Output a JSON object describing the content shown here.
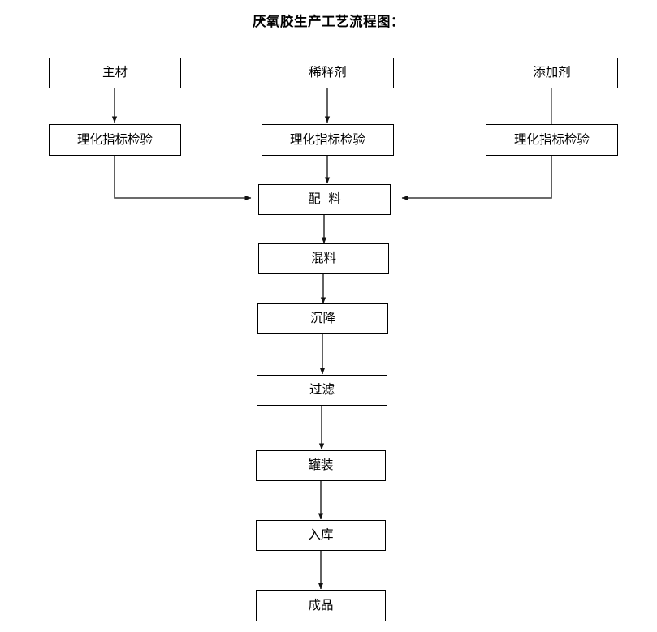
{
  "title": "厌氧胶生产工艺流程图：",
  "nodes": {
    "main_material": "主材",
    "diluent": "稀释剂",
    "additive": "添加剂",
    "inspect_left": "理化指标检验",
    "inspect_mid": "理化指标检验",
    "inspect_right": "理化指标检验",
    "batching": "配  料",
    "mixing": "混料",
    "settling": "沉降",
    "filtering": "过滤",
    "canning": "罐装",
    "warehousing": "入库",
    "finished": "成品"
  },
  "colors": {
    "box_border": "#000000",
    "arrow": "#3a3a3a",
    "background": "#ffffff",
    "text": "#000000"
  },
  "edges": [
    {
      "from": "main_material",
      "to": "inspect_left",
      "arrow": true
    },
    {
      "from": "diluent",
      "to": "inspect_mid",
      "arrow": true
    },
    {
      "from": "additive",
      "to": "inspect_right",
      "arrow": false
    },
    {
      "from": "inspect_left",
      "to": "batching",
      "arrow": true
    },
    {
      "from": "inspect_mid",
      "to": "batching",
      "arrow": true
    },
    {
      "from": "inspect_right",
      "to": "batching",
      "arrow": true
    },
    {
      "from": "batching",
      "to": "mixing",
      "arrow": true
    },
    {
      "from": "mixing",
      "to": "settling",
      "arrow": true
    },
    {
      "from": "settling",
      "to": "filtering",
      "arrow": true
    },
    {
      "from": "filtering",
      "to": "canning",
      "arrow": true
    },
    {
      "from": "canning",
      "to": "warehousing",
      "arrow": true
    },
    {
      "from": "warehousing",
      "to": "finished",
      "arrow": true
    }
  ]
}
